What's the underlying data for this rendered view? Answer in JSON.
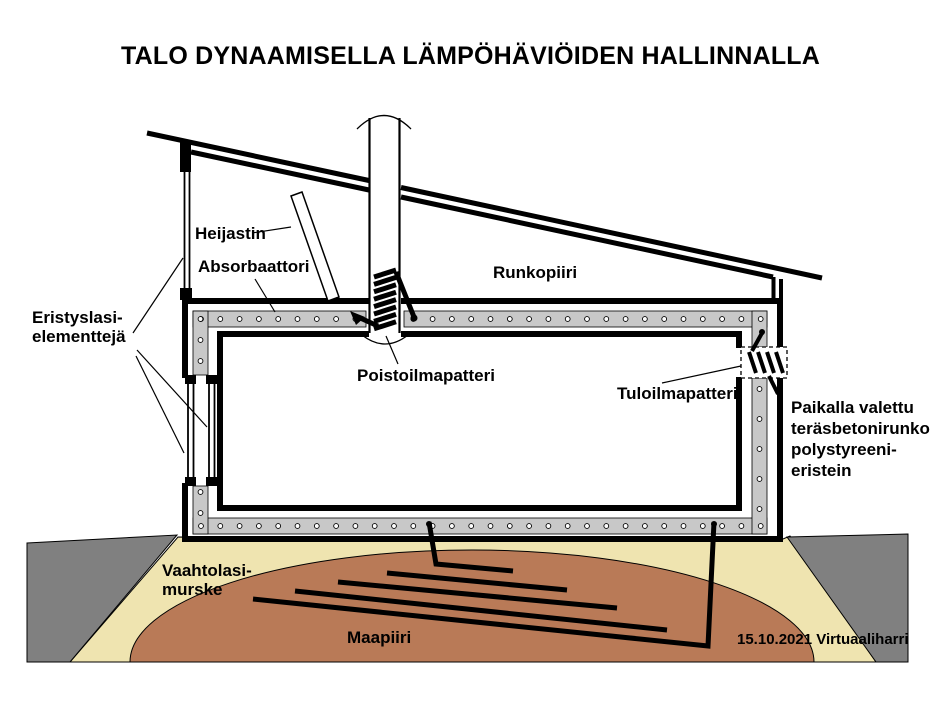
{
  "title": "TALO DYNAAMISELLA LÄMPÖHÄVIÖIDEN HALLINNALLA",
  "labels": {
    "heijastin": "Heijastin",
    "absorbaattori": "Absorbaattori",
    "eristyslasi_line1": "Eristyslasi-",
    "eristyslasi_line2": "elementtejä",
    "runkopiiri": "Runkopiiri",
    "poistoilmapatteri": "Poistoilmapatteri",
    "tuloilmapatteri": "Tuloilmapatteri",
    "paikalla_line1": "Paikalla valettu",
    "paikalla_line2": "teräsbetonirunko",
    "paikalla_line3": "polystyreeni-",
    "paikalla_line4": "eristein",
    "vaahtolasi_line1": "Vaahtolasi-",
    "vaahtolasi_line2": "murske",
    "maapiiri": "Maapiiri",
    "credit": "15.10.2021 Virtuaaliharri"
  },
  "colors": {
    "background": "#FFFFFF",
    "line_black": "#000000",
    "ground_gray": "#808080",
    "foam_glass_beige": "#EFE4B0",
    "ground_loop_brown": "#B97A57",
    "insulation_gray": "#C8C8C8"
  }
}
